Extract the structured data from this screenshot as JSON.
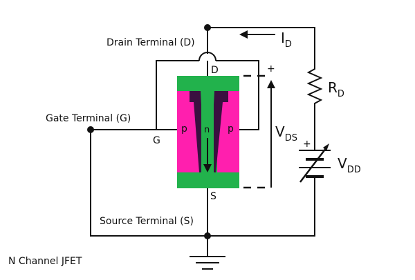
{
  "labels": {
    "drain_terminal": "Drain Terminal (D)",
    "gate_terminal": "Gate Terminal (G)",
    "source_terminal": "Source Terminal (S)",
    "caption": "N Channel JFET",
    "drain_letter": "D",
    "gate_letter": "G",
    "source_letter": "S",
    "p_left": "p",
    "n_channel": "n",
    "p_right": "p",
    "current_main": "I",
    "current_sub": "D",
    "resistor_main": "R",
    "resistor_sub": "D",
    "vds_main": "V",
    "vds_sub": "DS",
    "vdd_main": "V",
    "vdd_sub": "DD",
    "plus_vds": "+",
    "plus_vdd": "+"
  },
  "colors": {
    "substrate": "#22b24c",
    "p_region": "#ff1fae",
    "depletion": "#3a1040",
    "wire": "#111111"
  }
}
